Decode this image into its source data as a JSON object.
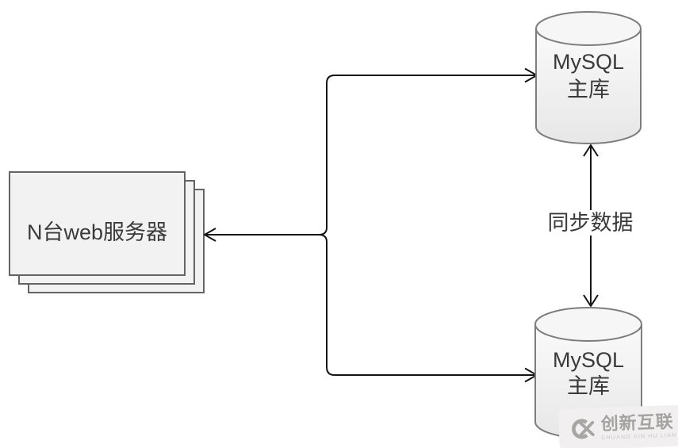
{
  "diagram": {
    "web_server": {
      "label": "N台web服务器"
    },
    "mysql_master_top": {
      "title": "MySQL",
      "subtitle": "主库"
    },
    "mysql_master_bottom": {
      "title": "MySQL",
      "subtitle": "主库"
    },
    "sync_edge_label": "同步数据",
    "edges": [
      "web_server <- branch junction",
      "branch junction -> mysql_master_top",
      "branch junction -> mysql_master_bottom",
      "mysql_master_top <-> mysql_master_bottom (同步数据)"
    ]
  },
  "watermark": {
    "brand": "创新互联",
    "subtext": "CHUANG XIN HU LIAN"
  },
  "colors": {
    "shape_fill": "#f2f2f2",
    "shape_border": "#646464",
    "cylinder_border": "#7d7d7d",
    "connector": "#141414",
    "text": "#3a3a3a",
    "watermark_gray": "#a8a5a5"
  }
}
